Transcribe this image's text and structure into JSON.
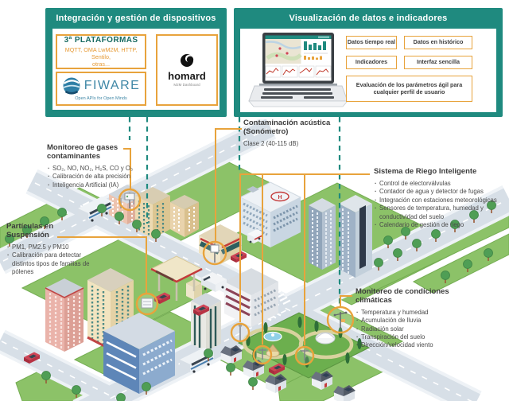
{
  "colors": {
    "teal": "#1f8a7f",
    "orange": "#e8a33c",
    "title_gray": "#3c3c3c",
    "fiware_blue": "#3f87a6"
  },
  "header_left": {
    "title": "Integración y gestión de dispositivos",
    "platforms": {
      "title": "3ª PLATAFORMAS",
      "subtitle": "MQTT, OMA LwM2M, HTTP, Sentilo,",
      "subtitle2": "otras..."
    },
    "fiware": {
      "name": "FIWARE",
      "tagline": "Open APIs for Open Minds"
    },
    "homard": {
      "name": "homard",
      "tagline": "M2M Dashboard"
    }
  },
  "header_right": {
    "title": "Visualización de datos e indicadores",
    "badges": [
      "Datos tiempo real",
      "Datos en histórico",
      "Indicadores",
      "Interfaz sencilla"
    ],
    "evaluation": "Evaluación de los parámetros ágil para cualquier perfil de usuario"
  },
  "annotations": {
    "gases": {
      "title": "Monitoreo de gases contaminantes",
      "items": [
        "SO₂, NO, NO₂, H₂S, CO y O₃",
        "Calibración de alta precisión",
        "Inteligencia Artificial (IA)"
      ]
    },
    "particulas": {
      "title": "Partículas en Suspensión",
      "items": [
        "PM1, PM2.5 y PM10",
        "Calibración para detectar distintos tipos de familias de pólenes"
      ]
    },
    "acustica": {
      "title": "Contaminación acústica (Sonómetro)",
      "note": "Clase 2 (40-115 dB)"
    },
    "riego": {
      "title": "Sistema de Riego Inteligente",
      "items": [
        "Control de electorválvulas",
        "Contador de agua y detector de fugas",
        "Integración con estaciones meteorológicas",
        "Sensores de temperatura, humedad y conductividad del suelo",
        "Calendario de gestión de riego"
      ]
    },
    "clima": {
      "title": "Monitoreo de condiciones climáticas",
      "items": [
        "Temperatura y humedad",
        "Acumulación de lluvia",
        "Radiación solar",
        "Transpiración del suelo",
        "Dirección/velocidad viento"
      ]
    }
  }
}
